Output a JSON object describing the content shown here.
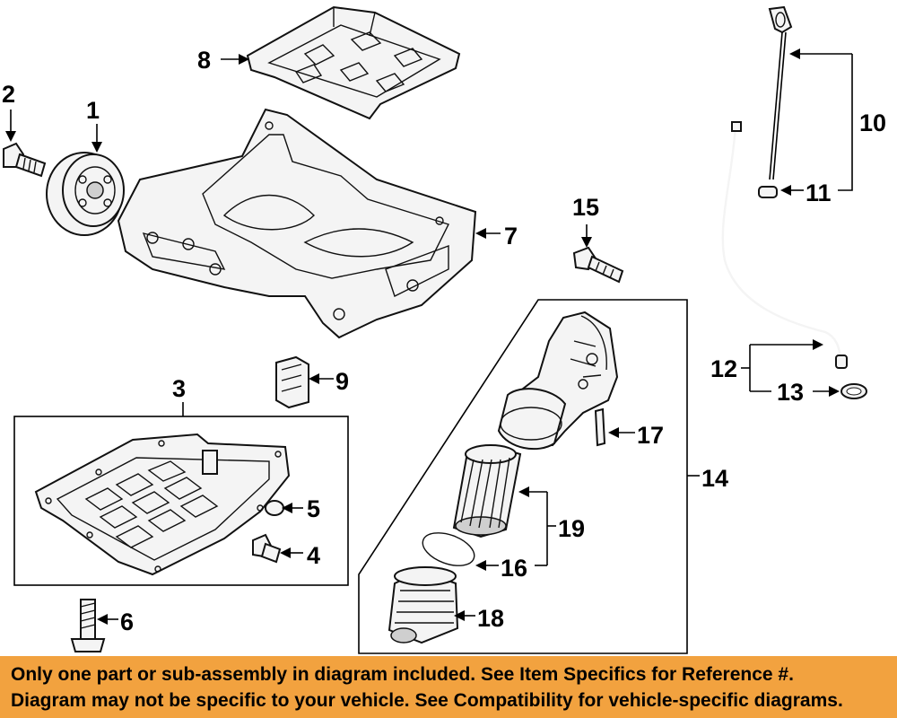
{
  "callouts": {
    "c1": "1",
    "c2": "2",
    "c3": "3",
    "c4": "4",
    "c5": "5",
    "c6": "6",
    "c7": "7",
    "c8": "8",
    "c9": "9",
    "c10": "10",
    "c11": "11",
    "c12": "12",
    "c13": "13",
    "c14": "14",
    "c15": "15",
    "c16": "16",
    "c17": "17",
    "c18": "18",
    "c19": "19"
  },
  "banner": {
    "line1": "Only one part or sub-assembly in diagram included. See Item Specifics for Reference #.",
    "line2": "Diagram may not be specific to your vehicle. See Compatibility for vehicle-specific diagrams."
  },
  "colors": {
    "banner_background": "#f2a23f",
    "line_art": "#111111",
    "background": "#ffffff"
  }
}
